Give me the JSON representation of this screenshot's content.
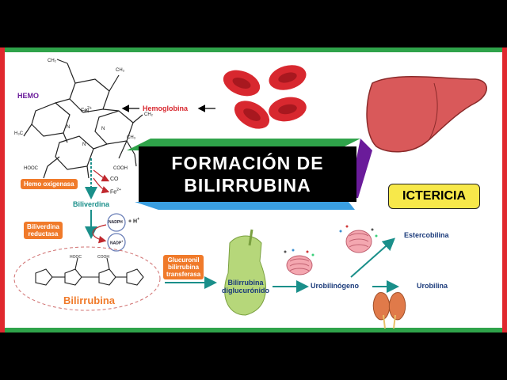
{
  "title_line1": "FORMACIÓN DE",
  "title_line2": "BILIRRUBINA",
  "icterus_label": "ICTERICIA",
  "hemo_label": "HEMO",
  "hemoglobina_label": "Hemoglobina",
  "hemo_oxigenasa": "Hemo oxigenasa",
  "biliverdina": "Biliverdina",
  "biliverdina_reductasa_1": "Biliverdina",
  "biliverdina_reductasa_2": "reductasa",
  "nadph": "NADPH",
  "hplus": "+ H",
  "nadp": "NADP",
  "co": "CO",
  "fe2": "Fe",
  "bilirrubina": "Bilirrubina",
  "enzyme_line1": "Glucuronil",
  "enzyme_line2": "bilirrubina",
  "enzyme_line3": "transferasa",
  "digluc_line1": "Bilirrubina",
  "digluc_line2": "diglucurónido",
  "urobilinogeno": "Urobilinógeno",
  "estercobilina": "Estercobilina",
  "urobilina": "Urobilina",
  "cooh": "COOH",
  "hooc": "HOOC",
  "fe_center": "Fe",
  "ch3": "CH",
  "h3c": "H",
  "colors": {
    "green": "#2fa34a",
    "red": "#e0282e",
    "teal": "#1a8f8a",
    "orange": "#f07a2a",
    "purple": "#6a1b9a",
    "yellow": "#f7e84a",
    "rbc": "#d8282f",
    "liver": "#d9595a",
    "gallbladder": "#b6d77a"
  }
}
